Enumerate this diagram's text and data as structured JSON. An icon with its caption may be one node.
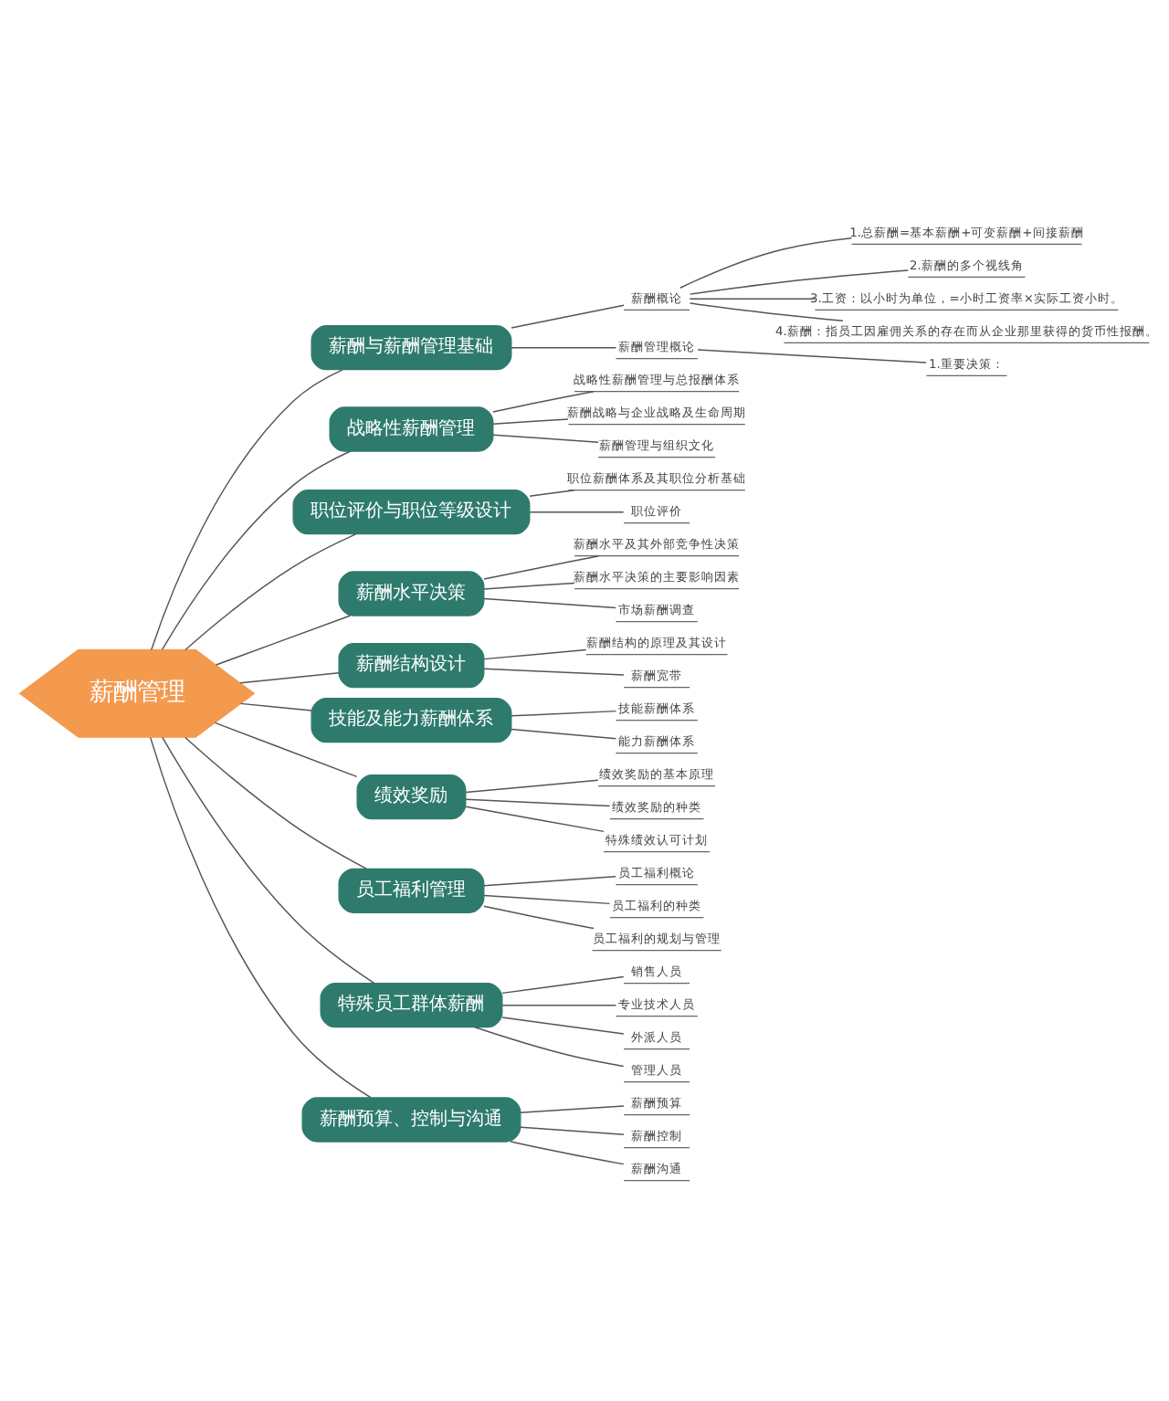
{
  "diagram": {
    "nodes": [
      {
        "text": [
          "薪酬管理"
        ]
      },
      {
        "text": [
          "薪酬与薪酬管理基础"
        ]
      },
      {
        "text": [
          "薪酬概论"
        ]
      },
      {
        "text": [
          "1.总薪酬=基本薪酬+可变薪酬+间接薪酬"
        ]
      },
      {
        "text": [
          "2.薪酬的多个视线角"
        ]
      },
      {
        "text": [
          "3.工资：以小时为单位，=小时工资率×实际工资小时。"
        ]
      },
      {
        "text": [
          "4.薪酬：指员工因雇佣关系的存在而从企业那里获得的货币性报酬。"
        ]
      },
      {
        "text": [
          "薪酬管理概论"
        ]
      },
      {
        "text": [
          "1.重要决策："
        ]
      },
      {
        "text": [
          "战略性薪酬管理"
        ]
      },
      {
        "text": [
          "战略性薪酬管理与总报酬体系"
        ]
      },
      {
        "text": [
          "薪酬战略与企业战略及生命周期"
        ]
      },
      {
        "text": [
          "薪酬管理与组织文化"
        ]
      },
      {
        "text": [
          "职位评价与职位等级设计"
        ]
      },
      {
        "text": [
          "职位薪酬体系及其职位分析基础"
        ]
      },
      {
        "text": [
          "职位评价"
        ]
      },
      {
        "text": [
          "薪酬水平决策"
        ]
      },
      {
        "text": [
          "薪酬水平及其外部竞争性决策"
        ]
      },
      {
        "text": [
          "薪酬水平决策的主要影响因素"
        ]
      },
      {
        "text": [
          "市场薪酬调查"
        ]
      },
      {
        "text": [
          "薪酬结构设计"
        ]
      },
      {
        "text": [
          "薪酬结构的原理及其设计"
        ]
      },
      {
        "text": [
          "薪酬宽带"
        ]
      },
      {
        "text": [
          "技能及能力薪酬体系"
        ]
      },
      {
        "text": [
          "技能薪酬体系"
        ]
      },
      {
        "text": [
          "能力薪酬体系"
        ]
      },
      {
        "text": [
          "绩效奖励"
        ]
      },
      {
        "text": [
          "绩效奖励的基本原理"
        ]
      },
      {
        "text": [
          "绩效奖励的种类"
        ]
      },
      {
        "text": [
          "特殊绩效认可计划"
        ]
      },
      {
        "text": [
          "员工福利管理"
        ]
      },
      {
        "text": [
          "员工福利概论"
        ]
      },
      {
        "text": [
          "员工福利的种类"
        ]
      },
      {
        "text": [
          "员工福利的规划与管理"
        ]
      },
      {
        "text": [
          "特殊员工群体薪酬"
        ]
      },
      {
        "text": [
          "销售人员"
        ]
      },
      {
        "text": [
          "专业技术人员"
        ]
      },
      {
        "text": [
          "外派人员"
        ]
      },
      {
        "text": [
          "管理人员"
        ]
      },
      {
        "text": [
          "薪酬预算、控制与沟通"
        ]
      },
      {
        "text": [
          "薪酬预算"
        ]
      },
      {
        "text": [
          "薪酬控制"
        ]
      },
      {
        "text": [
          "薪酬沟通"
        ]
      }
    ],
    "edges": [
      {
        "from": 0,
        "to": 1,
        "arrow": "none"
      },
      {
        "from": 1,
        "to": 2,
        "arrow": "none"
      },
      {
        "from": 2,
        "to": 3,
        "arrow": "none"
      },
      {
        "from": 2,
        "to": 4,
        "arrow": "none"
      },
      {
        "from": 2,
        "to": 5,
        "arrow": "none"
      },
      {
        "from": 2,
        "to": 6,
        "arrow": "none"
      },
      {
        "from": 1,
        "to": 7,
        "arrow": "none"
      },
      {
        "from": 7,
        "to": 8,
        "arrow": "none"
      },
      {
        "from": 0,
        "to": 9,
        "arrow": "none"
      },
      {
        "from": 9,
        "to": 10,
        "arrow": "none"
      },
      {
        "from": 9,
        "to": 11,
        "arrow": "none"
      },
      {
        "from": 9,
        "to": 12,
        "arrow": "none"
      },
      {
        "from": 0,
        "to": 13,
        "arrow": "none"
      },
      {
        "from": 13,
        "to": 14,
        "arrow": "none"
      },
      {
        "from": 13,
        "to": 15,
        "arrow": "none"
      },
      {
        "from": 0,
        "to": 16,
        "arrow": "none"
      },
      {
        "from": 16,
        "to": 17,
        "arrow": "none"
      },
      {
        "from": 16,
        "to": 18,
        "arrow": "none"
      },
      {
        "from": 16,
        "to": 19,
        "arrow": "none"
      },
      {
        "from": 0,
        "to": 20,
        "arrow": "none"
      },
      {
        "from": 20,
        "to": 21,
        "arrow": "none"
      },
      {
        "from": 20,
        "to": 22,
        "arrow": "none"
      },
      {
        "from": 0,
        "to": 23,
        "arrow": "none"
      },
      {
        "from": 23,
        "to": 24,
        "arrow": "none"
      },
      {
        "from": 23,
        "to": 25,
        "arrow": "none"
      },
      {
        "from": 0,
        "to": 26,
        "arrow": "none"
      },
      {
        "from": 26,
        "to": 27,
        "arrow": "none"
      },
      {
        "from": 26,
        "to": 28,
        "arrow": "none"
      },
      {
        "from": 26,
        "to": 29,
        "arrow": "none"
      },
      {
        "from": 0,
        "to": 30,
        "arrow": "none"
      },
      {
        "from": 30,
        "to": 31,
        "arrow": "none"
      },
      {
        "from": 30,
        "to": 32,
        "arrow": "none"
      },
      {
        "from": 30,
        "to": 33,
        "arrow": "none"
      },
      {
        "from": 0,
        "to": 34,
        "arrow": "none"
      },
      {
        "from": 34,
        "to": 35,
        "arrow": "none"
      },
      {
        "from": 34,
        "to": 36,
        "arrow": "none"
      },
      {
        "from": 34,
        "to": 37,
        "arrow": "none"
      },
      {
        "from": 34,
        "to": 38,
        "arrow": "none"
      },
      {
        "from": 0,
        "to": 39,
        "arrow": "none"
      },
      {
        "from": 39,
        "to": 40,
        "arrow": "none"
      },
      {
        "from": 39,
        "to": 41,
        "arrow": "none"
      },
      {
        "from": 39,
        "to": 42,
        "arrow": "none"
      }
    ]
  }
}
